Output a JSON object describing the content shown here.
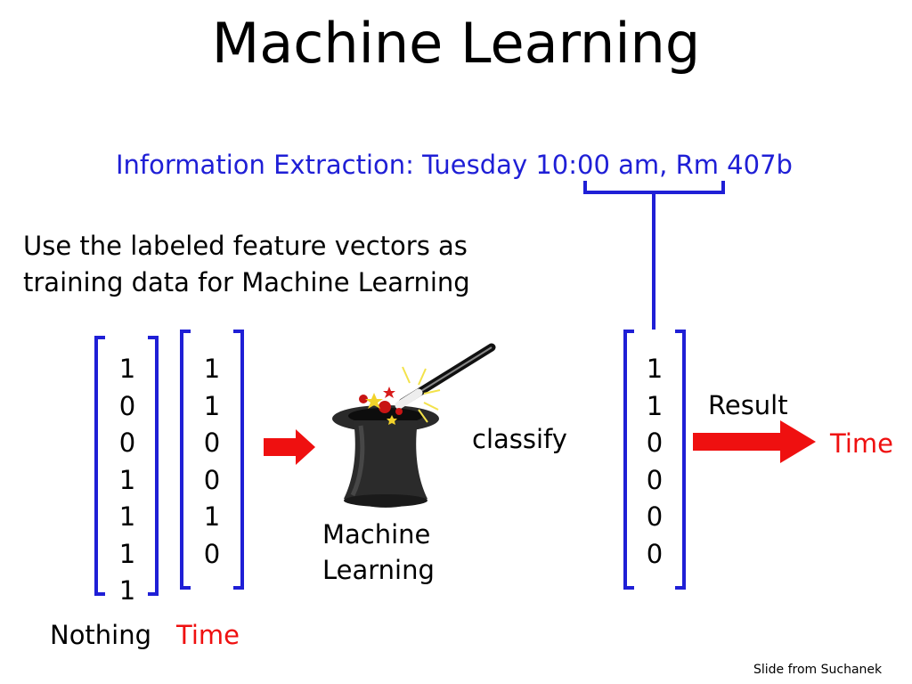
{
  "slide": {
    "title": "Machine Learning",
    "info_line": "Information Extraction: Tuesday 10:00 am, Rm 407b",
    "instruction_line1": "Use the labeled feature vectors as",
    "instruction_line2": "training data for Machine Learning",
    "vector1": {
      "values": [
        "1",
        "0",
        "0",
        "1",
        "1",
        "1",
        "1"
      ],
      "label": "Nothing"
    },
    "vector2": {
      "values": [
        "1",
        "1",
        "0",
        "0",
        "1",
        "0"
      ],
      "label": "Time"
    },
    "ml_label_line1": "Machine",
    "ml_label_line2": "Learning",
    "classify_label": "classify",
    "result_vector": {
      "values": [
        "1",
        "1",
        "0",
        "0",
        "0",
        "0"
      ]
    },
    "result_label": "Result",
    "result_value": "Time",
    "footer": "Slide from Suchanek",
    "colors": {
      "blue": "#1f1fd6",
      "red": "#ef1010"
    },
    "icons": {
      "hat": "magic-hat-icon",
      "wand": "magic-wand-icon"
    }
  }
}
